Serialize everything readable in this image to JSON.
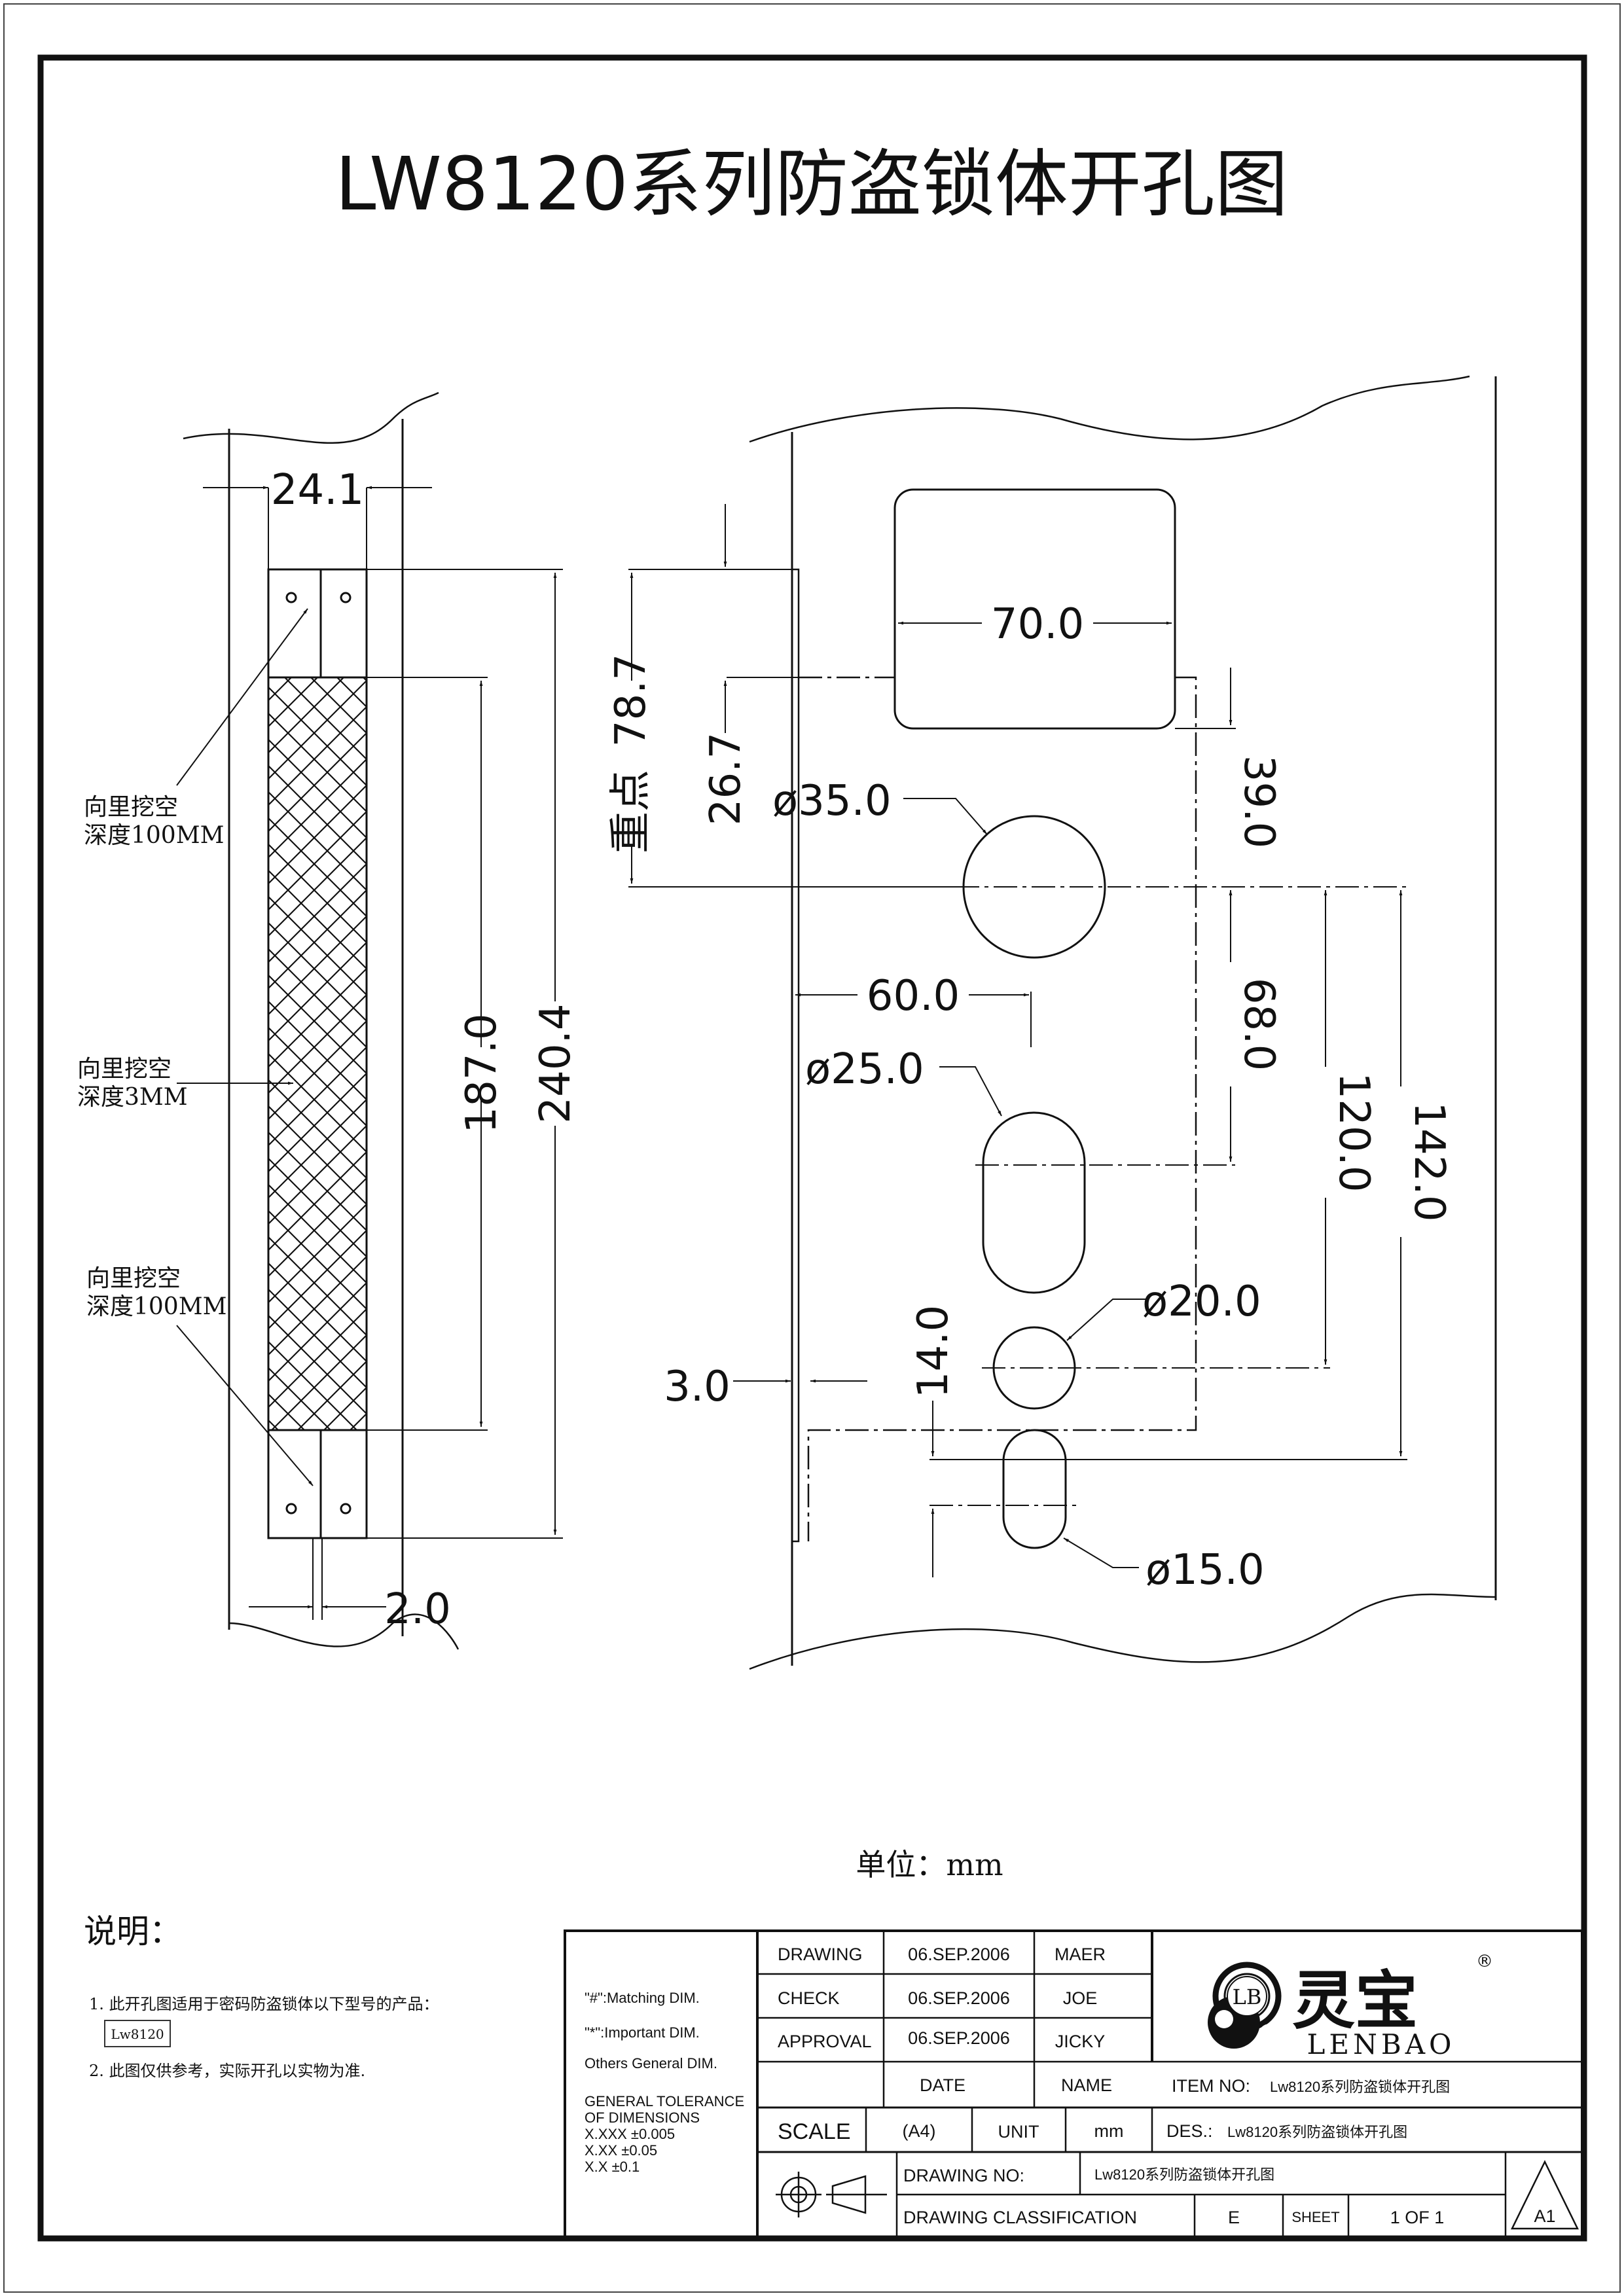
{
  "title": "LW8120系列防盗锁体开孔图",
  "left_view": {
    "dims": {
      "top_width": "24.1",
      "bottom_gap": "2.0",
      "hatch_length": "187.0",
      "total_length": "240.4"
    },
    "notes": [
      {
        "line1": "向里挖空",
        "line2": "深度100MM"
      },
      {
        "line1": "向里挖空",
        "line2": "深度3MM"
      },
      {
        "line1": "向里挖空",
        "line2": "深度100MM"
      }
    ]
  },
  "right_view": {
    "dims": {
      "width_70": "70.0",
      "v_78_7": "78.7",
      "v_78_7_prefix": "重点",
      "v_26_7": "26.7",
      "d35": "ø35.0",
      "v_39": "39.0",
      "h_60": "60.0",
      "d25": "ø25.0",
      "v_68": "68.0",
      "v_120": "120.0",
      "v_142": "142.0",
      "d20": "ø20.0",
      "h_3": "3.0",
      "v_14": "14.0",
      "d15": "ø15.0"
    }
  },
  "unit_label": "单位：mm",
  "explanation": {
    "heading": "说明：",
    "item1": "1. 此开孔图适用于密码防盗锁体以下型号的产品：",
    "model_box": "Lw8120",
    "item2": "2. 此图仅供参考，实际开孔以实物为准."
  },
  "title_block": {
    "notes": {
      "matching": "\"#\":Matching DIM.",
      "important": "\"*\":Important DIM.",
      "general": "Others General DIM.",
      "tol_head1": "GENERAL TOLERANCE",
      "tol_head2": "OF DIMENSIONS",
      "tol1": "X.XXX  ±0.005",
      "tol2": "X.XX    ±0.05",
      "tol3": "X.X       ±0.1"
    },
    "rows": [
      {
        "label": "DRAWING",
        "date": "06.SEP.2006",
        "name": "MAER"
      },
      {
        "label": "CHECK",
        "date": "06.SEP.2006",
        "name": "JOE"
      },
      {
        "label": "APPROVAL",
        "date": "06.SEP.2006",
        "name": "JICKY"
      }
    ],
    "date_header": "DATE",
    "name_header": "NAME",
    "logo_cn": "灵宝",
    "logo_en": "LENBAO",
    "logo_badge": "LB",
    "logo_reg": "®",
    "item_no_label": "ITEM NO:",
    "item_no_value": "Lw8120系列防盗锁体开孔图",
    "scale_label": "SCALE",
    "scale_value": "(A4)",
    "unit_label": "UNIT",
    "unit_value": "mm",
    "des_label": "DES.:",
    "des_value": "Lw8120系列防盗锁体开孔图",
    "drawing_no_label": "DRAWING NO:",
    "drawing_no_value": "Lw8120系列防盗锁体开孔图",
    "classification_label": "DRAWING CLASSIFICATION",
    "classification_value": "E",
    "sheet_label": "SHEET",
    "sheet_value": "1 OF 1",
    "size_code": "A1"
  }
}
